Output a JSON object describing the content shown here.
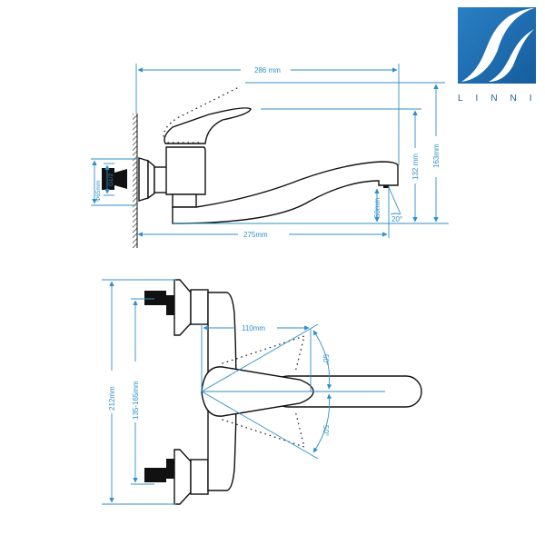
{
  "logo": {
    "brand": "LINNI",
    "color": "#1b6cb0"
  },
  "side_view": {
    "overall_length": "286 mm",
    "spout_reach": "275mm",
    "total_height": "163mm",
    "spout_height": "132 mm",
    "outlet_height": "60mm",
    "outlet_angle": "20°",
    "flange_diameter": "Φ65mm",
    "thread": "G1/2"
  },
  "top_view": {
    "overall_width": "212mm",
    "centers_range": "135-165mm",
    "handle_reach": "110mm",
    "angle_up": "50°",
    "angle_down": "50°"
  },
  "colors": {
    "dimension": "#2f8fc8",
    "outline": "#111111"
  }
}
